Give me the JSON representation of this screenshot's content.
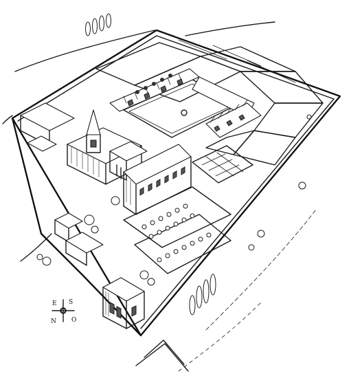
{
  "compass": {
    "north": "N",
    "east": "E",
    "south": "S",
    "west": "O"
  }
}
